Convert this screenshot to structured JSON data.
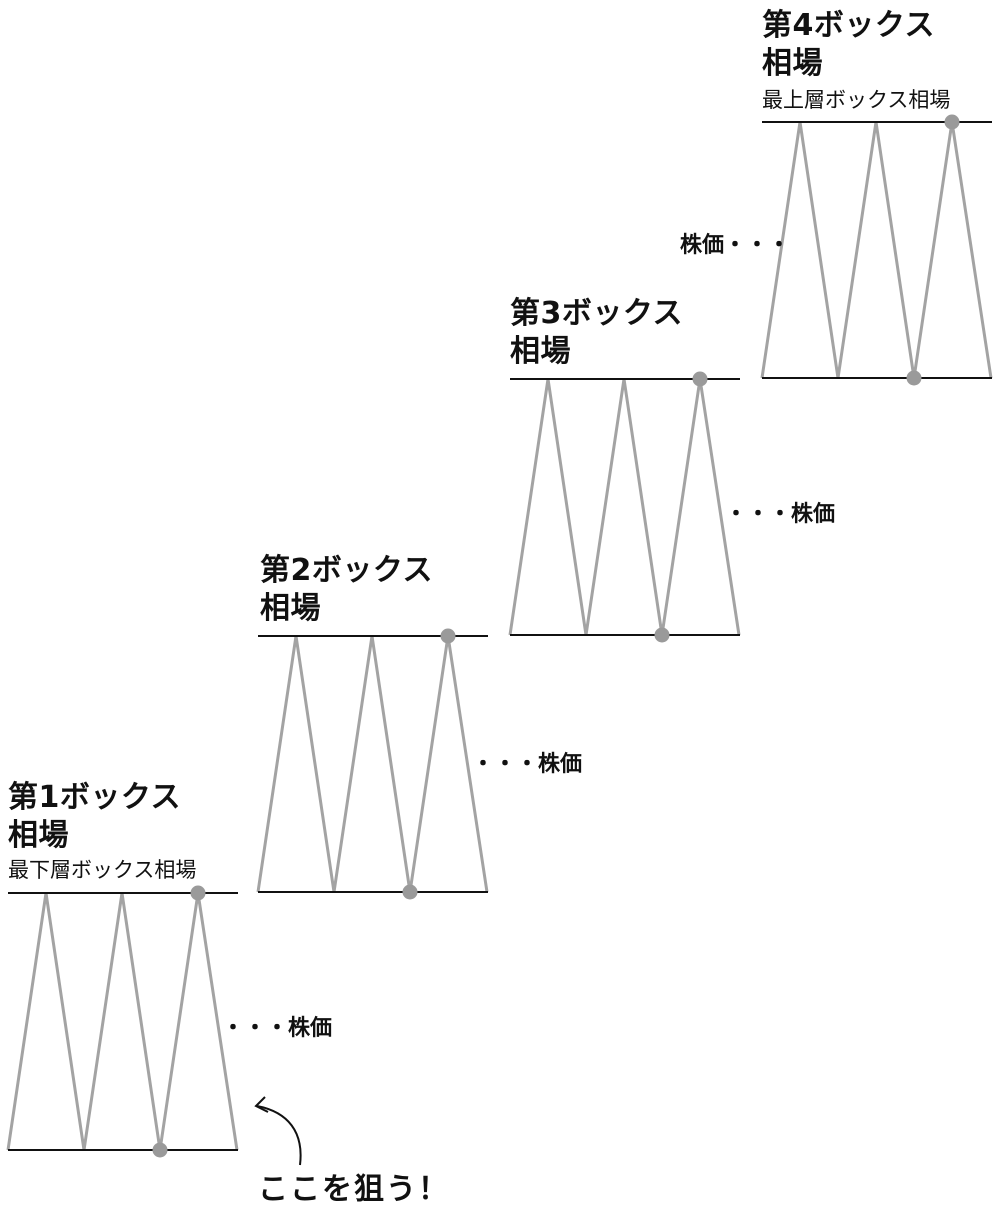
{
  "boxes": [
    {
      "title_line1": "第1ボックス",
      "title_line2": "相場",
      "subtitle": "最下層ボックス相場",
      "price_label": "・・・株価"
    },
    {
      "title_line1": "第2ボックス",
      "title_line2": "相場",
      "price_label": "・・・株価"
    },
    {
      "title_line1": "第3ボックス",
      "title_line2": "相場",
      "price_label": "・・・株価"
    },
    {
      "title_line1": "第4ボックス",
      "title_line2": "相場",
      "subtitle": "最上層ボックス相場",
      "price_label": "株価・・・"
    }
  ],
  "annotation": {
    "text": "ここを狙う！"
  },
  "colors": {
    "zigzag": "#a3a3a3",
    "marker": "#9a9a9a",
    "line": "#111111",
    "text": "#111111"
  }
}
